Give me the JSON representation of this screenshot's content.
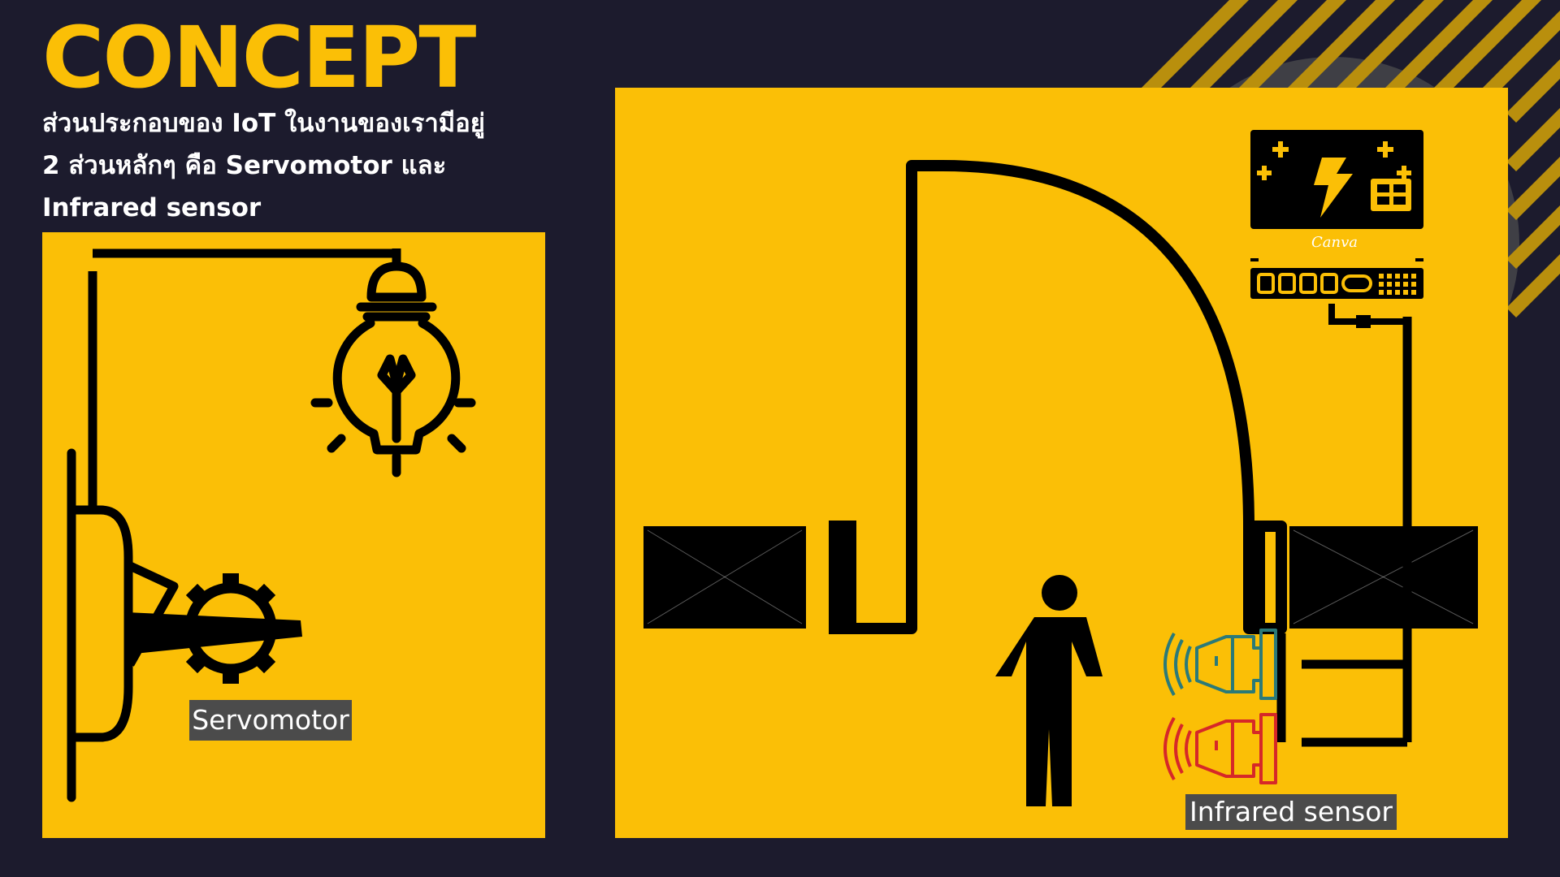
{
  "slide": {
    "title": "CONCEPT",
    "subtitle_lines": [
      "ส่วนประกอบของ IoT ในงานของเรามีอยู่",
      "2 ส่วนหลักๆ คือ Servomotor และ",
      "Infrared sensor"
    ]
  },
  "left_panel": {
    "label": "Servomotor"
  },
  "right_panel": {
    "label": "Infrared sensor",
    "watermark": "Canva"
  },
  "colors": {
    "background": "#1c1b2d",
    "accent_yellow": "#fbbf06",
    "line_black": "#000000",
    "label_bg": "#4b4b4b",
    "sensor_teal": "#2b7a78",
    "sensor_red": "#d62828"
  },
  "icons": [
    "light-bulb-icon",
    "gear-icon",
    "person-icon",
    "power-supply-icon",
    "controller-board-icon",
    "infrared-sensor-icon"
  ]
}
